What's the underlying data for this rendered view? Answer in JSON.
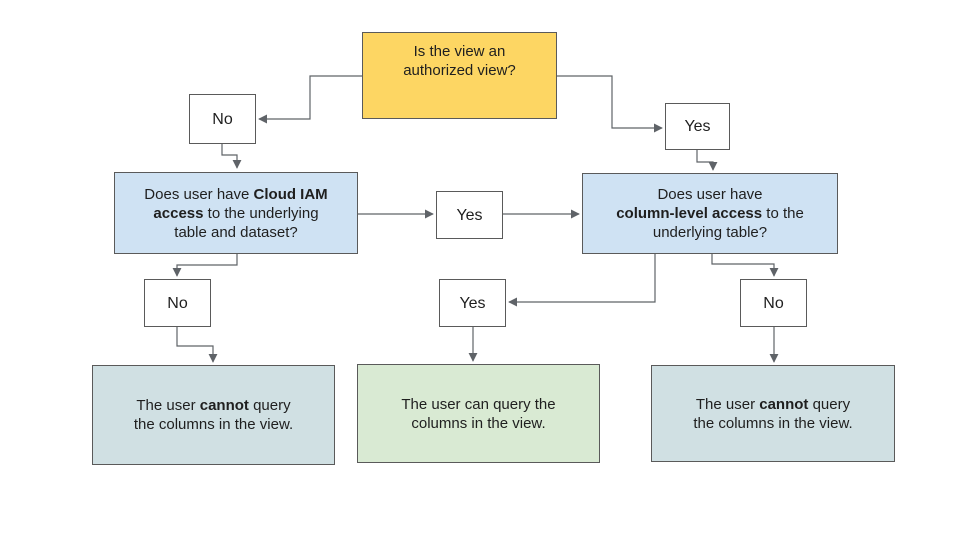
{
  "colors": {
    "root_fill": "#fdd663",
    "question_fill": "#cfe2f3",
    "outcome_negative_fill": "#d0e0e3",
    "outcome_positive_fill": "#d9ead3",
    "box_border": "#5a5a5a",
    "connector": "#5f6368"
  },
  "flowchart": {
    "root": {
      "line1": "Is the view an",
      "line2": "authorized view?"
    },
    "branch_top_no": {
      "label": "No"
    },
    "branch_top_yes": {
      "label": "Yes"
    },
    "question_iam": {
      "line1_text": "Does user have ",
      "line1_bold": "Cloud IAM",
      "line2_bold": "access",
      "line2_text": " to the underlying",
      "line3_text": "table and dataset?"
    },
    "branch_mid_yes": {
      "label": "Yes"
    },
    "question_column": {
      "line1_text": "Does user have",
      "line2_bold": "column-level access",
      "line2_text": " to the",
      "line3_text": "underlying table?"
    },
    "branch_left_no": {
      "label": "No"
    },
    "branch_center_yes": {
      "label": "Yes"
    },
    "branch_right_no": {
      "label": "No"
    },
    "outcome_left": {
      "line1_text": "The user ",
      "line1_bold": "cannot",
      "line1_tail": " query",
      "line2_text": "the columns in the view."
    },
    "outcome_center": {
      "line1_text": "The user can query the",
      "line2_text": "columns in the view."
    },
    "outcome_right": {
      "line1_text": "The user ",
      "line1_bold": "cannot",
      "line1_tail": " query",
      "line2_text": "the columns in the view."
    }
  }
}
